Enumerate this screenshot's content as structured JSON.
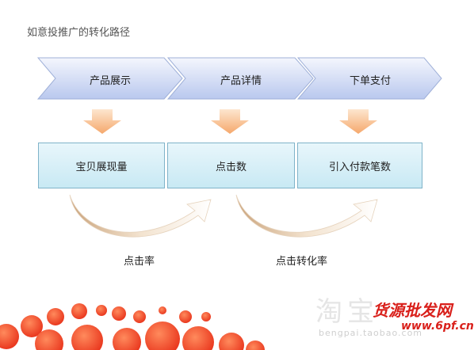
{
  "title": "如意投推广的转化路径",
  "stages": [
    "产品展示",
    "产品详情",
    "下单支付"
  ],
  "metrics": [
    "宝贝展现量",
    "点击数",
    "引入付款笔数"
  ],
  "rates": [
    "点击率",
    "点击转化率"
  ],
  "watermark": {
    "cn": "淘宝",
    "url": "bengpai.taobao.com",
    "brand": "货源批发网",
    "site": "www.6pf.cn"
  },
  "colors": {
    "chevron_light": "#eef2fc",
    "chevron_dark": "#b9c8ee",
    "down_arrow": "#f7b783",
    "box_light": "#e8f6fb",
    "box_dark": "#c8e9f4",
    "curve_arrow": "#e0c8a8",
    "bubbles": "#f0542e"
  }
}
